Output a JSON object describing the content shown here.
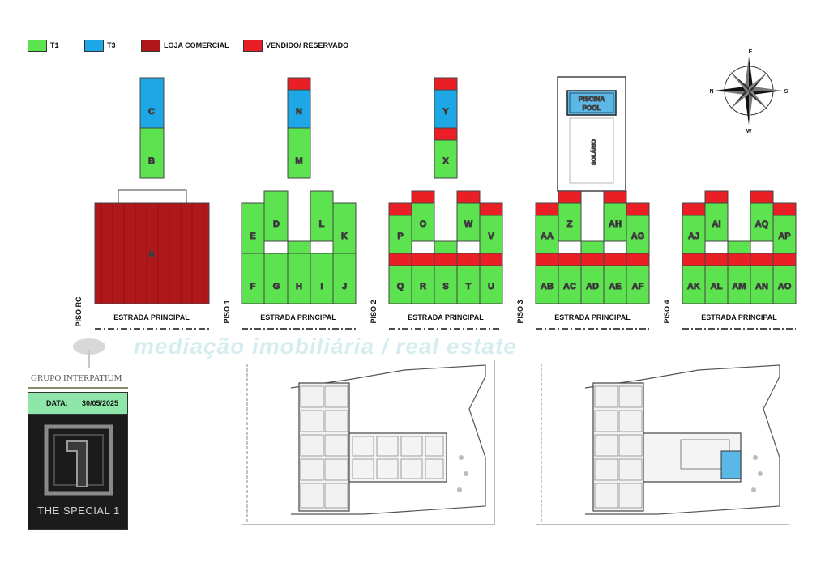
{
  "legend": [
    {
      "label": "T1",
      "color": "#5de34f"
    },
    {
      "label": "T3",
      "color": "#1ea7e6"
    },
    {
      "label": "LOJA COMERCIAL",
      "color": "#b0171b"
    },
    {
      "label": "VENDIDO/ RESERVADO",
      "color": "#ea1f25"
    }
  ],
  "colors": {
    "t1": "#5de34f",
    "t3": "#1ea7e6",
    "loja": "#b0171b",
    "sold": "#ea1f25",
    "pool": "#5bb8e6"
  },
  "floors": [
    {
      "label": "PISO RC",
      "road": "ESTRADA PRINCIPAL"
    },
    {
      "label": "PISO 1",
      "road": "ESTRADA PRINCIPAL"
    },
    {
      "label": "PISO 2",
      "road": "ESTRADA PRINCIPAL"
    },
    {
      "label": "PISO 3",
      "road": "ESTRADA PRINCIPAL"
    },
    {
      "label": "PISO 4",
      "road": "ESTRADA PRINCIPAL"
    }
  ],
  "units": {
    "A": "A",
    "B": "B",
    "C": "C",
    "D": "D",
    "E": "E",
    "F": "F",
    "G": "G",
    "H": "H",
    "I": "I",
    "J": "J",
    "K": "K",
    "L": "L",
    "M": "M",
    "N": "N",
    "O": "O",
    "P": "P",
    "Q": "Q",
    "R": "R",
    "S": "S",
    "T": "T",
    "U": "U",
    "V": "V",
    "W": "W",
    "X": "X",
    "Y": "Y",
    "Z": "Z",
    "AA": "AA",
    "AB": "AB",
    "AC": "AC",
    "AD": "AD",
    "AE": "AE",
    "AF": "AF",
    "AG": "AG",
    "AH": "AH",
    "AI": "AI",
    "AJ": "AJ",
    "AK": "AK",
    "AL": "AL",
    "AM": "AM",
    "AN": "AN",
    "AO": "AO",
    "AP": "AP",
    "AQ": "AQ"
  },
  "pool": {
    "line1": "PISCINA",
    "line2": "POOL"
  },
  "solario": "SOLÁRIO",
  "compass": {
    "n": "N",
    "e": "E",
    "s": "S",
    "w": "W"
  },
  "watermark": "mediação imobiliária / real estate",
  "brand": {
    "group": "GRUPO INTERPATIUM",
    "date_label": "DATA:",
    "date_value": "30/05/2025",
    "logo_text": "THE SPECIAL 1"
  }
}
